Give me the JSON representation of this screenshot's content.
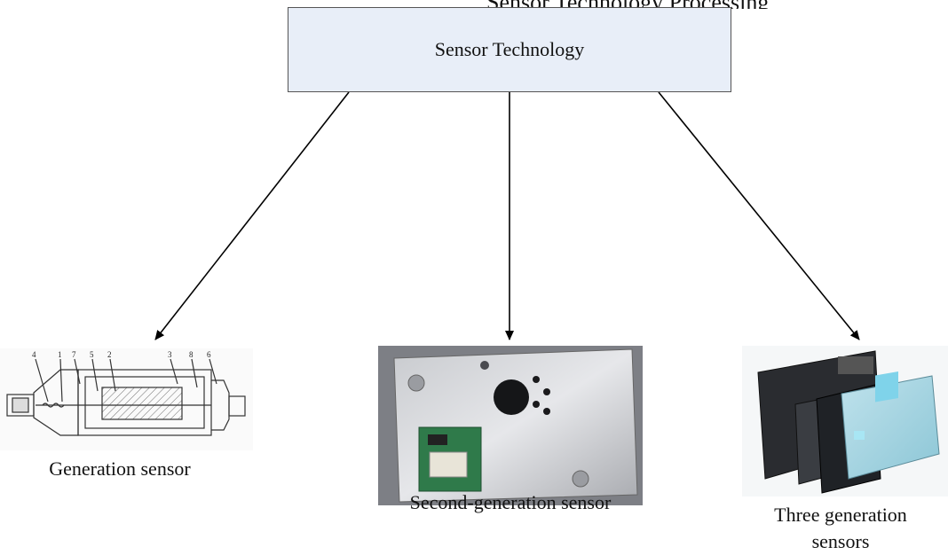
{
  "diagram": {
    "top_cut_text": "Sensor Technology Processing",
    "root": {
      "label": "Sensor Technology"
    },
    "children": [
      {
        "caption": "Generation sensor",
        "image": "first-generation-sensor-drawing",
        "part_numbers": [
          "4",
          "1",
          "7",
          "5",
          "2",
          "3",
          "8",
          "6"
        ]
      },
      {
        "caption": "Second-generation sensor",
        "image": "second-generation-sensor-photo"
      },
      {
        "caption": "Three generation sensors",
        "image": "third-generation-sensor-photo"
      }
    ]
  }
}
